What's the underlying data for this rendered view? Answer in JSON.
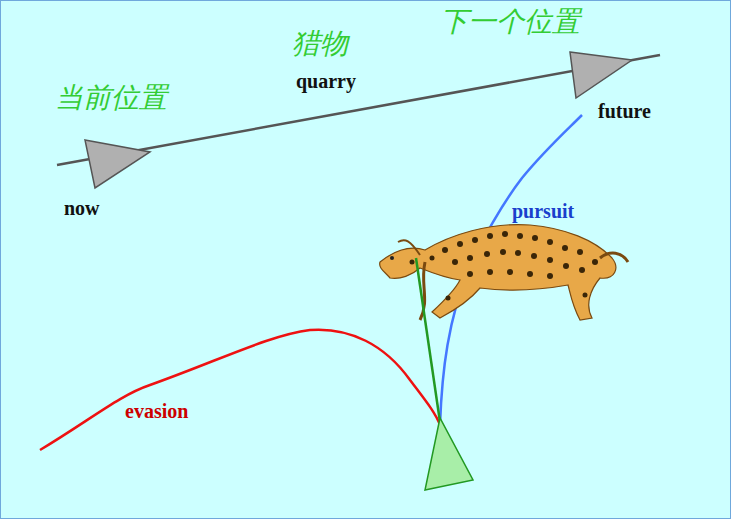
{
  "diagram": {
    "labels": [
      "下一个位置",
      "猎物",
      "当前位置",
      "quarry",
      "future",
      "now",
      "pursuit",
      "evasion"
    ]
  }
}
